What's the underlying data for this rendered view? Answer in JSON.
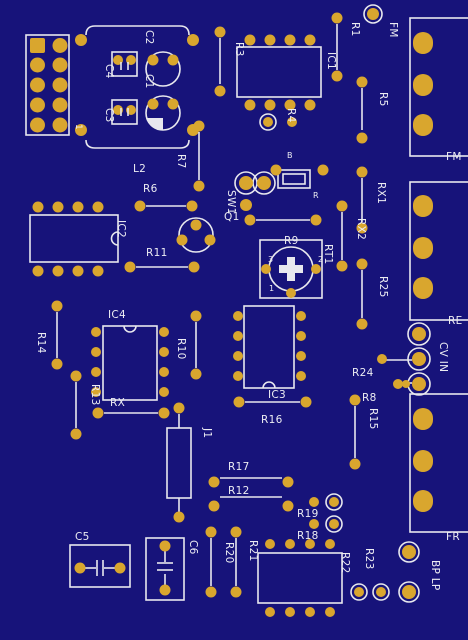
{
  "board": {
    "background": "#17137a",
    "pad_color": "#d9a62e",
    "silkscreen_color": "#e8e8ee"
  },
  "labels": {
    "fm": "FM",
    "r1": "R1",
    "r5": "R5",
    "ic1": "IC1",
    "r3": "R3",
    "c2": "C2",
    "c4": "C4",
    "c1": "C1",
    "c3": "C3",
    "l2": "L2",
    "r4": "R4",
    "r7": "R7",
    "fm_right": "FM",
    "r6": "R6",
    "sw1": "SW1",
    "q1": "Q1",
    "rx1": "RX1",
    "rx2": "RX2",
    "ic2": "IC2",
    "r9": "R9",
    "rt1": "RT1",
    "r11": "R11",
    "r25": "R25",
    "re": "RE",
    "ic4": "IC4",
    "r14": "R14",
    "r10": "R10",
    "cv_in": "CV IN",
    "r24": "R24",
    "r8": "R8",
    "r13": "R13",
    "rx": "RX",
    "ic3": "IC3",
    "r15": "R15",
    "r16": "R16",
    "j1": "J1",
    "r17": "R17",
    "r12": "R12",
    "r19": "R19",
    "r18": "R18",
    "fr": "FR",
    "c5": "C5",
    "c6": "C6",
    "r20": "R20",
    "r21": "R21",
    "r22": "R22",
    "r23": "R23",
    "bp_lp": "BP LP",
    "pin1": "1",
    "pin_b": "B",
    "pin_r": "R",
    "pot_1": "1",
    "pot_2": "2",
    "pot_3": "3"
  }
}
